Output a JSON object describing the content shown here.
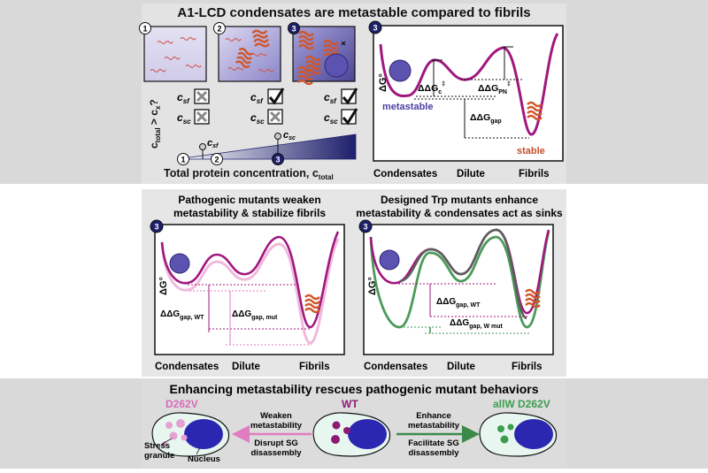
{
  "top": {
    "title": "A1-LCD condensates are metastable compared to fibrils",
    "panels": [
      "1",
      "2",
      "3"
    ],
    "y_axis": "c",
    "total_sub": "total",
    "gt": " > ",
    "cx": "c",
    "x_sub": "x",
    "question": "?",
    "c": "c",
    "sf": "sf",
    "sc": "sc",
    "axis_label": "Total protein concentration, c",
    "axis_label_sub": "total",
    "check_states": [
      {
        "sf": false,
        "sc": false
      },
      {
        "sf": true,
        "sc": false
      },
      {
        "sf": true,
        "sc": true
      }
    ]
  },
  "energy_top": {
    "badge": "3",
    "ylabel": "ΔG°",
    "ddg_c": "ΔΔG",
    "ddg_c_sub": "c",
    "ddg_pn": "ΔΔG",
    "ddg_pn_sub": "PN",
    "ddg_gap": "ΔΔG",
    "ddg_gap_sub": "gap",
    "dagger": "‡",
    "metastable": "metastable",
    "stable": "stable",
    "x_labels": [
      "Condensates",
      "Dilute",
      "Fibrils"
    ]
  },
  "mid_left": {
    "title_line1": "Pathogenic mutants weaken",
    "title_line2": "metastability & stabilize fibrils",
    "badge": "3",
    "ylabel": "ΔG°",
    "gap_wt": "ΔΔG",
    "gap_wt_sub": "gap, WT",
    "gap_mut": "ΔΔG",
    "gap_mut_sub": "gap, mut",
    "x_labels": [
      "Condensates",
      "Dilute",
      "Fibrils"
    ]
  },
  "mid_right": {
    "title_line1": "Designed Trp mutants enhance",
    "title_line2": "metastability & condensates act as sinks",
    "badge": "3",
    "ylabel": "ΔG°",
    "gap_wt": "ΔΔG",
    "gap_wt_sub": "gap, WT",
    "gap_wmut": "ΔΔG",
    "gap_wmut_sub": "gap, W mut",
    "x_labels": [
      "Condensates",
      "Dilute",
      "Fibrils"
    ]
  },
  "bottom": {
    "title": "Enhancing metastability rescues pathogenic mutant behaviors",
    "left_name": "D262V",
    "mid_name": "WT",
    "right_name": "allW D262V",
    "left_arrow_top_1": "Weaken",
    "left_arrow_top_2": "metastability",
    "left_arrow_bot_1": "Disrupt SG",
    "left_arrow_bot_2": "disassembly",
    "right_arrow_top_1": "Enhance",
    "right_arrow_top_2": "metastability",
    "right_arrow_bot_1": "Facilitate SG",
    "right_arrow_bot_2": "disassembly",
    "stress_1": "Stress",
    "stress_2": "granule",
    "nucleus": "Nucleus"
  },
  "colors": {
    "navy": "#1d1f6b",
    "magenta": "#a0187f",
    "pink": "#e07cc0",
    "green": "#4a9a58",
    "gray_curve": "#5d5d5d",
    "condensate": "#5c52b0",
    "fibril": "#d0572b",
    "wt_label": "#8c1a73",
    "d262v_label": "#d86aba",
    "allw_label": "#3c9e4e"
  }
}
